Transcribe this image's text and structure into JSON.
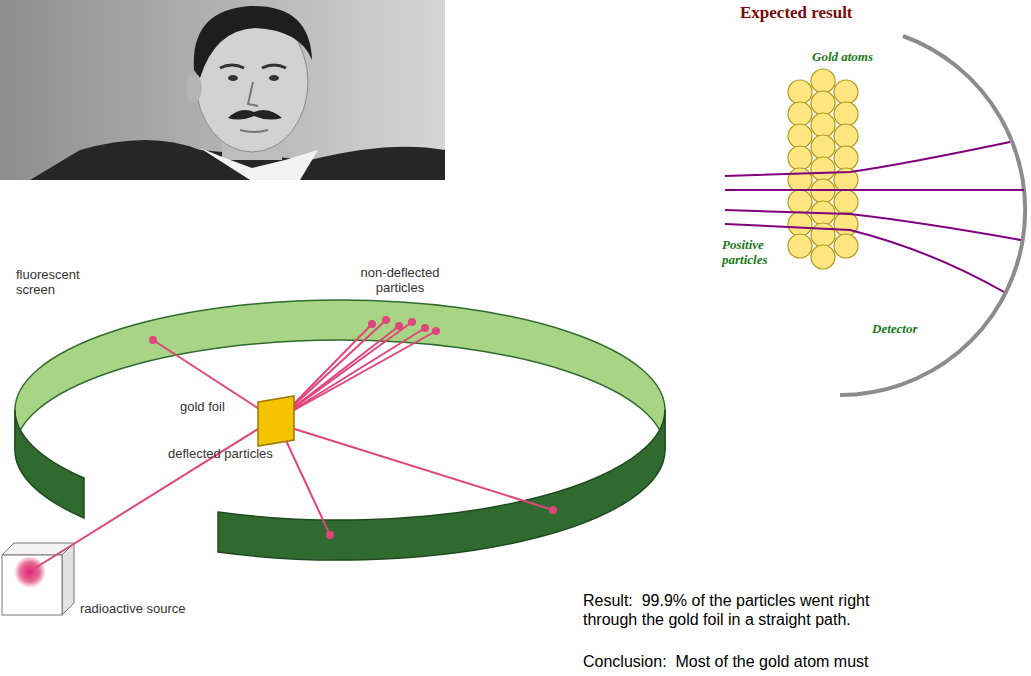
{
  "diagram": {
    "labels": [
      "Expected result",
      "Gold atoms",
      "Positive particles",
      "Detector",
      "fluorescent screen",
      "non-deflected particles",
      "gold foil",
      "deflected particles",
      "radioactive source",
      "Result:  99.9% of the particles went right through the gold foil in a straight path.",
      "Conclusion:  Most of the gold atom must"
    ]
  }
}
